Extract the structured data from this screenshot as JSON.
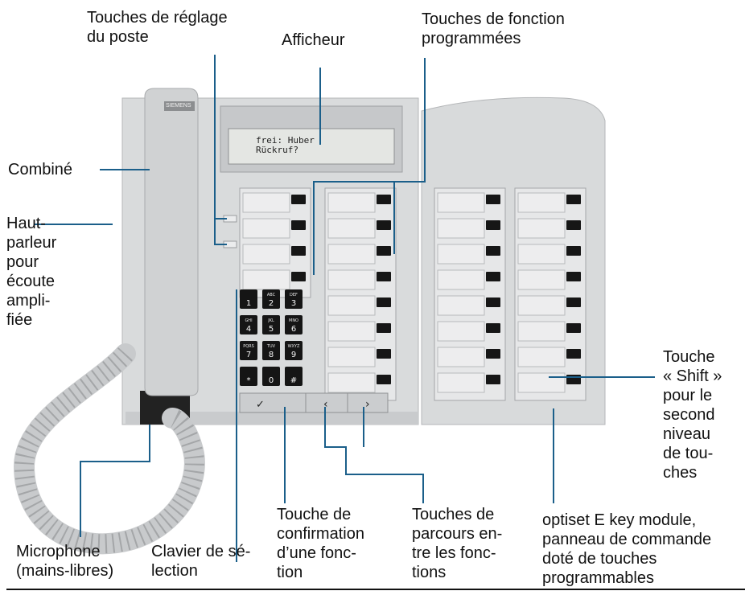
{
  "labels": {
    "settings_keys": "Touches de réglage\ndu poste",
    "display": "Afficheur",
    "function_keys": "Touches de fonction\nprogrammées",
    "handset": "Combiné",
    "speaker": "Haut-\nparleur\npour\nécoute\nampli-\nfiée",
    "shift_key": "Touche\n« Shift »\npour le\nsecond\nniveau\nde tou-\nches",
    "confirm_key": "Touche de\nconfirmation\nd’une fonc-\ntion",
    "scroll_keys": "Touches de\nparcours en-\ntre les fonc-\ntions",
    "key_module": "optiset E key module,\npanneau de commande\ndoté de touches\nprogrammables",
    "microphone": "Microphone\n(mains-libres)",
    "keypad": "Clavier de sé-\nlection"
  },
  "device": {
    "brand": "SIEMENS",
    "lcd_text": "frei: Huber\nRückruf?",
    "keypad_keys": [
      {
        "sub": "",
        "main": "1"
      },
      {
        "sub": "ABC",
        "main": "2"
      },
      {
        "sub": "DEF",
        "main": "3"
      },
      {
        "sub": "GHI",
        "main": "4"
      },
      {
        "sub": "JKL",
        "main": "5"
      },
      {
        "sub": "MNO",
        "main": "6"
      },
      {
        "sub": "PQRS",
        "main": "7"
      },
      {
        "sub": "TUV",
        "main": "8"
      },
      {
        "sub": "WXYZ",
        "main": "9"
      },
      {
        "sub": "",
        "main": "*"
      },
      {
        "sub": "",
        "main": "0"
      },
      {
        "sub": "",
        "main": "#"
      }
    ],
    "nav_symbols": {
      "confirm": "✓",
      "left": "‹",
      "right": "›"
    }
  }
}
